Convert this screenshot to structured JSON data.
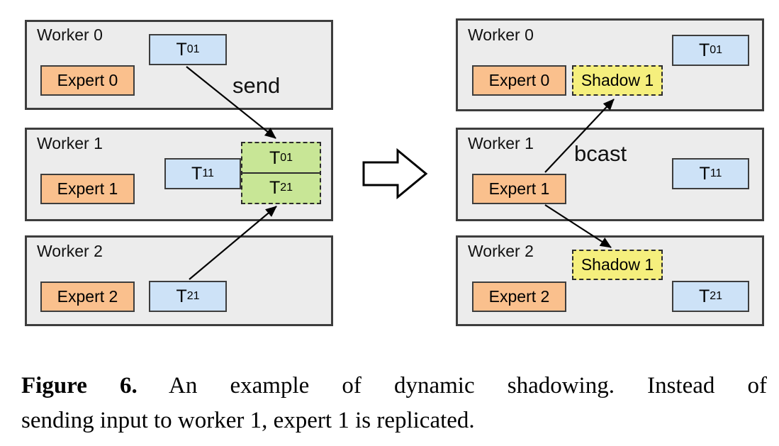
{
  "figure": {
    "caption_label": "Figure 6.",
    "caption_line1": "An example of dynamic shadowing. Instead of",
    "caption_line2": "sending input to worker 1, expert 1 is replicated."
  },
  "colors": {
    "worker_fill": "#ececec",
    "box_border": "#3d3d3d",
    "expert_fill": "#fac08d",
    "tensor_fill": "#cde2f7",
    "replica_fill": "#c8e696",
    "shadow_fill": "#f5ef7d",
    "arrow": "#000000"
  },
  "left_panel": {
    "send_label": "send",
    "workers": [
      {
        "label": "Worker 0",
        "expert": "Expert 0",
        "tensor_base": "T",
        "tensor_sub": "01"
      },
      {
        "label": "Worker 1",
        "expert": "Expert 1",
        "tensor_base": "T",
        "tensor_sub": "11",
        "replicas": [
          {
            "base": "T",
            "sub": "01"
          },
          {
            "base": "T",
            "sub": "21"
          }
        ]
      },
      {
        "label": "Worker 2",
        "expert": "Expert 2",
        "tensor_base": "T",
        "tensor_sub": "21"
      }
    ]
  },
  "right_panel": {
    "bcast_label": "bcast",
    "workers": [
      {
        "label": "Worker 0",
        "expert": "Expert 0",
        "shadow": "Shadow 1",
        "tensor_base": "T",
        "tensor_sub": "01"
      },
      {
        "label": "Worker 1",
        "expert": "Expert 1",
        "tensor_base": "T",
        "tensor_sub": "11"
      },
      {
        "label": "Worker 2",
        "expert": "Expert 2",
        "shadow": "Shadow 1",
        "tensor_base": "T",
        "tensor_sub": "21"
      }
    ]
  }
}
